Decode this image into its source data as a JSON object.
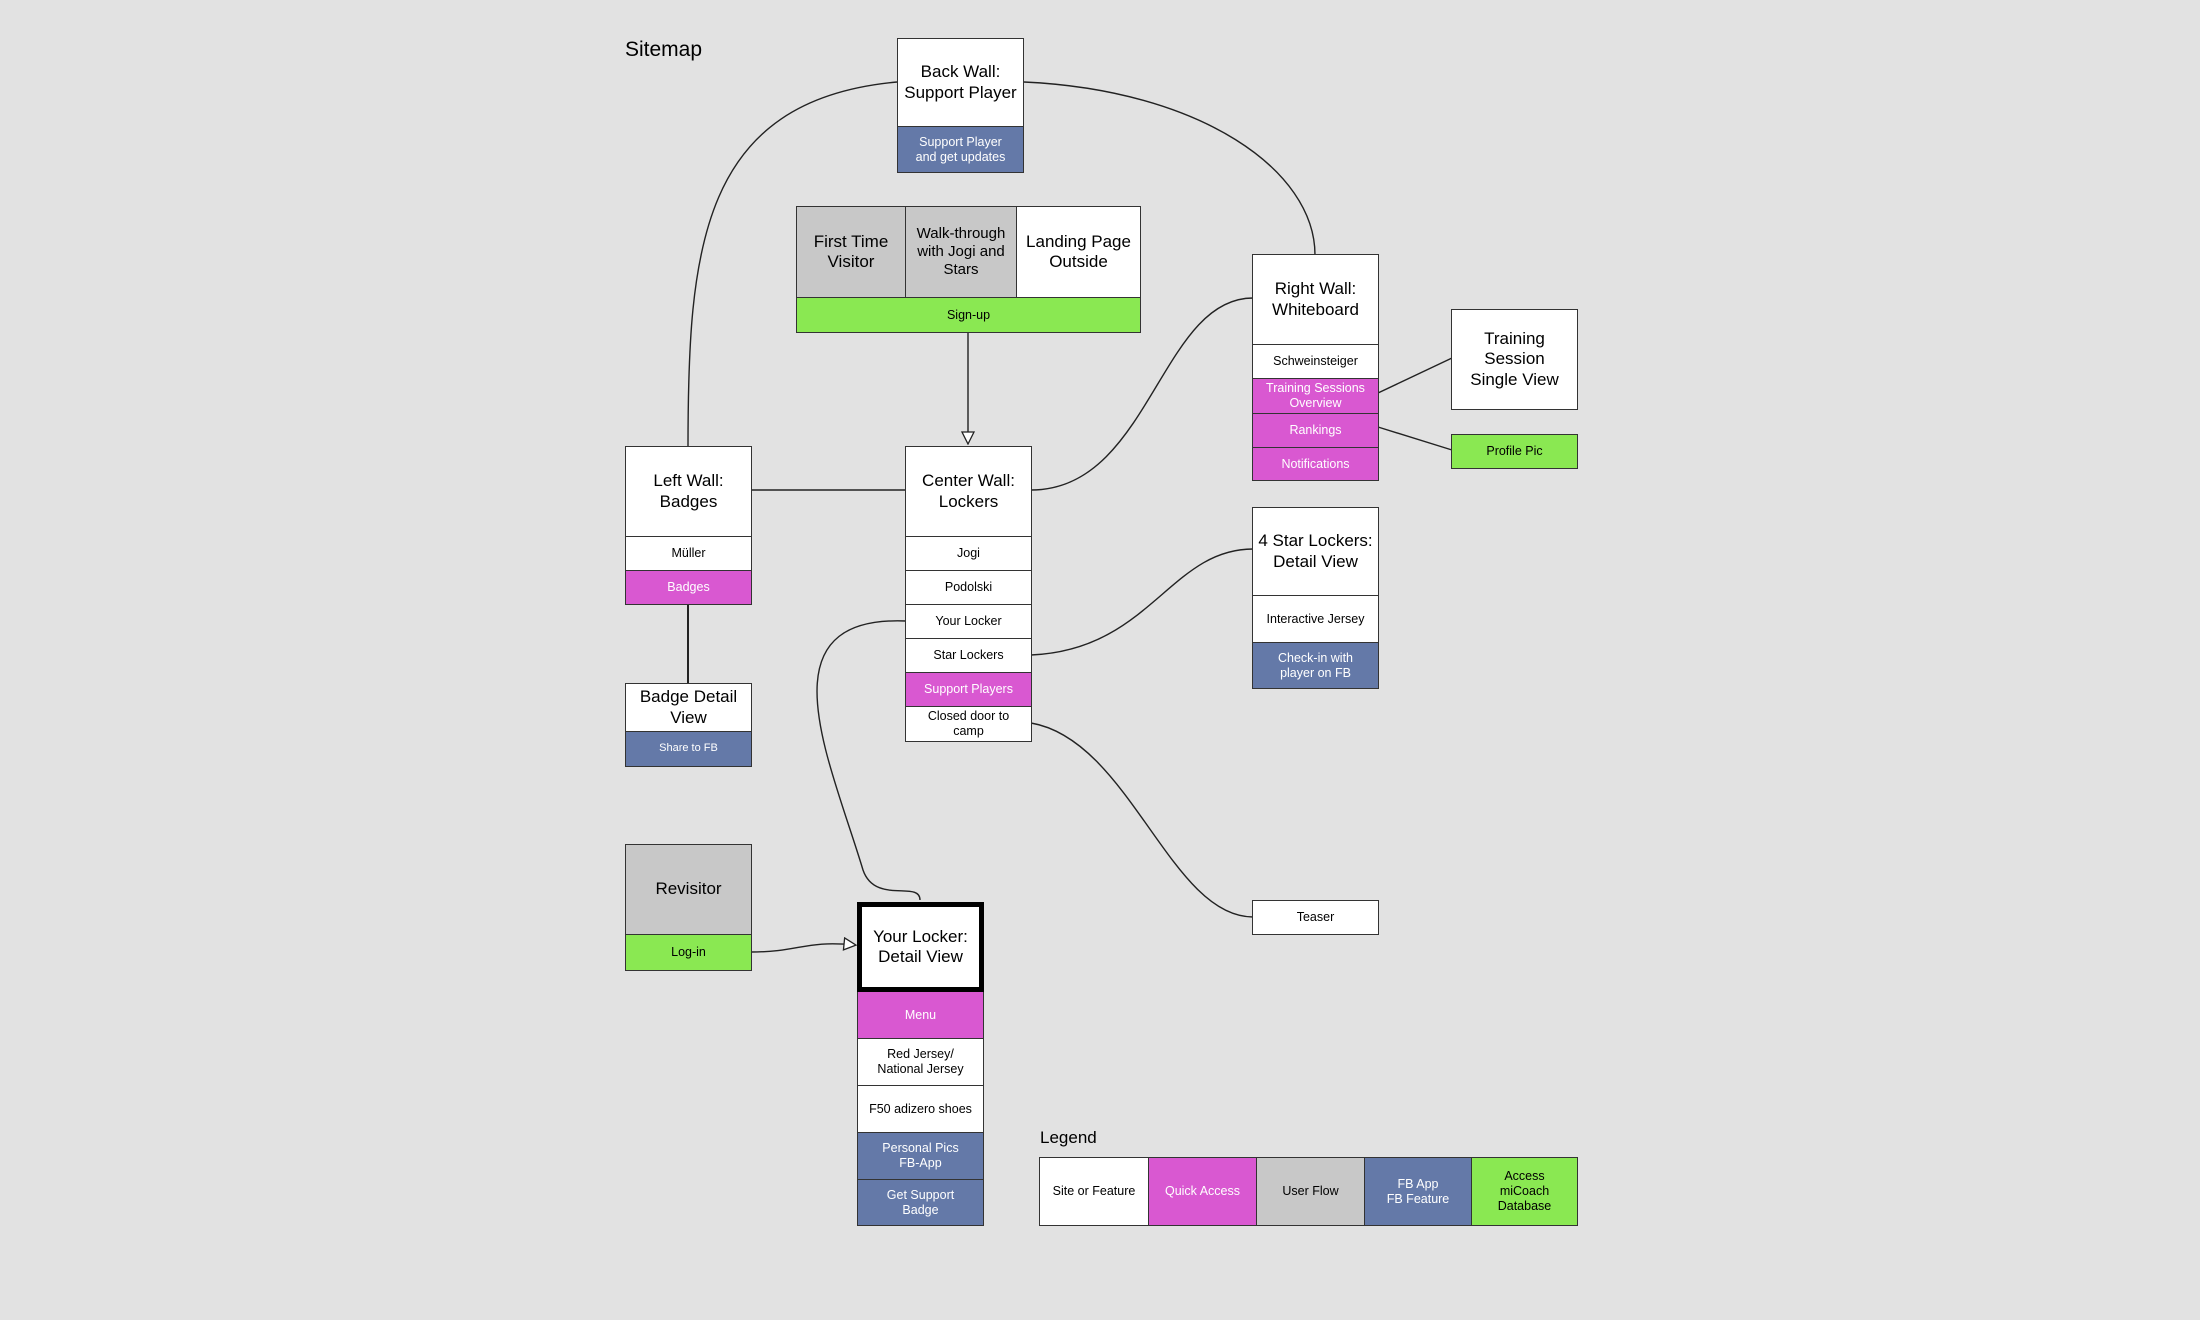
{
  "page_title": "Sitemap",
  "legend": {
    "title": "Legend",
    "items": [
      "Site or Feature",
      "Quick Access",
      "User Flow",
      "FB App\nFB Feature",
      "Access\nmiCoach\nDatabase"
    ]
  },
  "colors": {
    "site_or_feature": "#ffffff",
    "quick_access": "#d958d1",
    "user_flow": "#c8c8c8",
    "fb_app": "#6479a8",
    "micoach": "#8ae852",
    "background": "#e2e2e2"
  },
  "nodes": {
    "back_wall": {
      "title": "Back Wall:\nSupport Player",
      "items": [
        "Support Player\nand get updates"
      ]
    },
    "signup_group": {
      "first_time": "First Time\nVisitor",
      "walkthrough": "Walk-through\nwith Jogi and\nStars",
      "landing": "Landing Page\nOutside",
      "signup": "Sign-up"
    },
    "right_wall": {
      "title": "Right Wall:\nWhiteboard",
      "items": [
        "Schweinsteiger",
        "Training Sessions\nOverview",
        "Rankings",
        "Notifications"
      ]
    },
    "training_session": {
      "title": "Training\nSession\nSingle View"
    },
    "profile_pic": {
      "title": "Profile Pic"
    },
    "left_wall": {
      "title": "Left Wall:\nBadges",
      "items": [
        "Müller",
        "Badges"
      ]
    },
    "center_wall": {
      "title": "Center Wall:\nLockers",
      "items": [
        "Jogi",
        "Podolski",
        "Your Locker",
        "Star Lockers",
        "Support Players",
        "Closed door to\ncamp"
      ]
    },
    "star_lockers": {
      "title": "4 Star Lockers:\nDetail View",
      "items": [
        "Interactive Jersey",
        "Check-in with\nplayer on FB"
      ]
    },
    "badge_detail": {
      "title": "Badge Detail\nView",
      "items": [
        "Share to FB"
      ]
    },
    "teaser": {
      "title": "Teaser"
    },
    "revisitor": {
      "title": "Revisitor",
      "items": [
        "Log-in"
      ]
    },
    "your_locker": {
      "title": "Your Locker:\nDetail View",
      "items": [
        "Menu",
        "Red Jersey/\nNational Jersey",
        "F50 adizero shoes",
        "Personal Pics\nFB-App",
        "Get Support\nBadge"
      ]
    }
  }
}
